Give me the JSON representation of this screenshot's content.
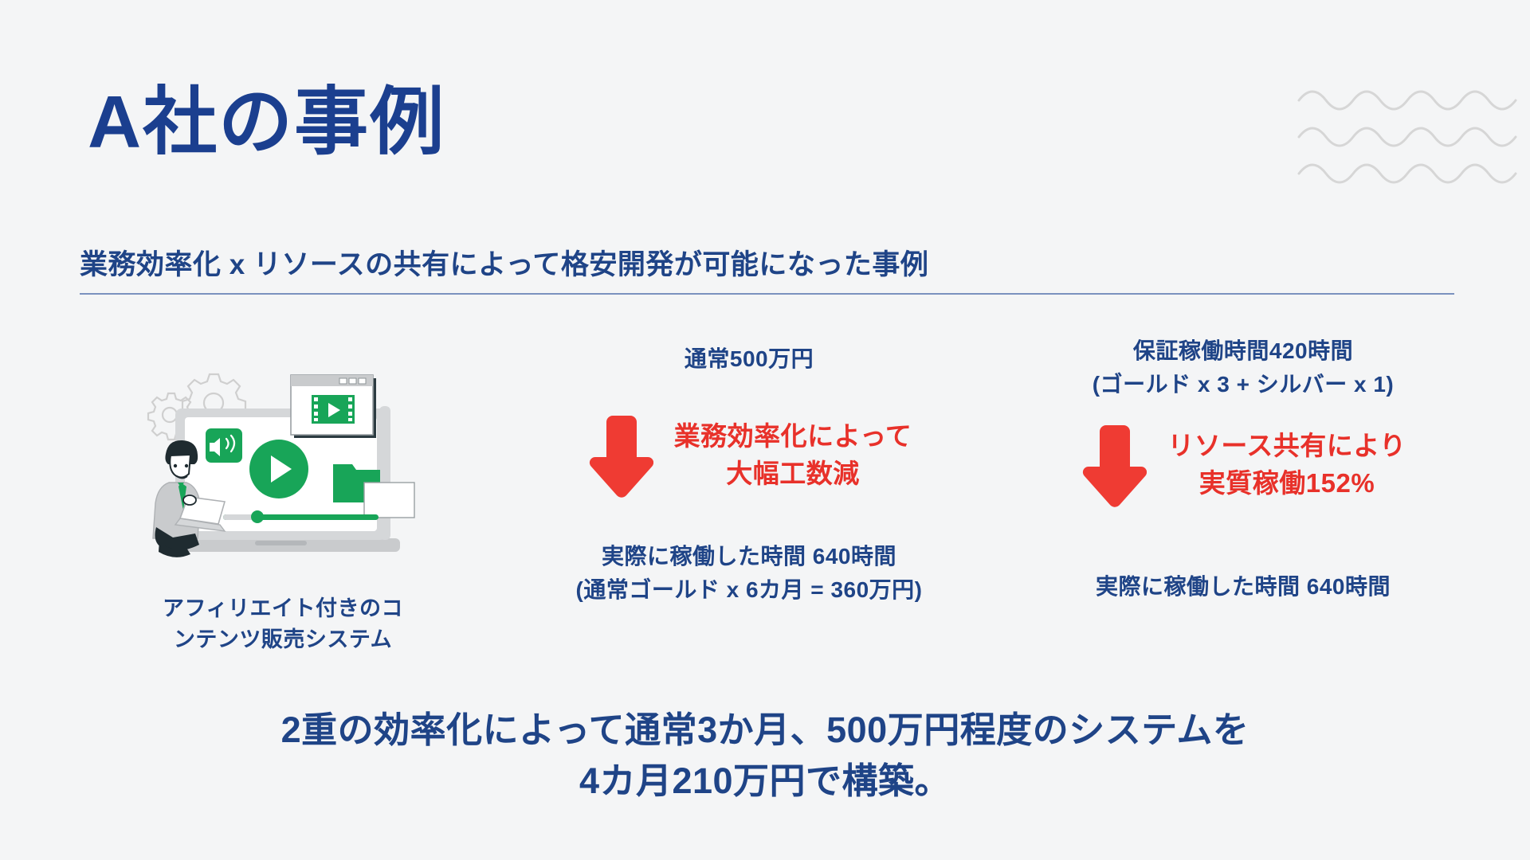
{
  "meta": {
    "background_color": "#f4f5f6",
    "primary_blue": "#1b3f8f",
    "text_blue": "#1f4487",
    "accent_red": "#e8312a",
    "illustration_green": "#18a558",
    "rule_color": "#7a91bf",
    "wave_color": "#d6d6d6"
  },
  "header": {
    "title": "A社の事例",
    "subtitle": "業務効率化 x リソースの共有によって格安開発が可能になった事例"
  },
  "illustration": {
    "caption_line1": "アフィリエイト付きのコ",
    "caption_line2": "ンテンツ販売システム",
    "icons": [
      "laptop-icon",
      "play-button-icon",
      "speaker-icon",
      "video-window-icon",
      "folder-icon",
      "gear-icon",
      "person-with-laptop-icon"
    ]
  },
  "columns": [
    {
      "id": "cost",
      "head_line1": "通常500万円",
      "head_line2": "",
      "arrow": "down-arrow-icon",
      "red_line1": "業務効率化によって",
      "red_line2": "大幅工数減",
      "foot_line1": "実際に稼働した時間 640時間",
      "foot_line2": "(通常ゴールド x 6カ月 = 360万円)"
    },
    {
      "id": "hours",
      "head_line1": "保証稼働時間420時間",
      "head_line2": "(ゴールド x 3 + シルバー x 1)",
      "arrow": "down-arrow-icon",
      "red_line1": "リソース共有により",
      "red_line2": "実質稼働152%",
      "foot_line1": "実際に稼働した時間 640時間",
      "foot_line2": ""
    }
  ],
  "summary": {
    "line1": "2重の効率化によって通常3か月、500万円程度のシステムを",
    "line2": "4カ月210万円で構築。"
  }
}
